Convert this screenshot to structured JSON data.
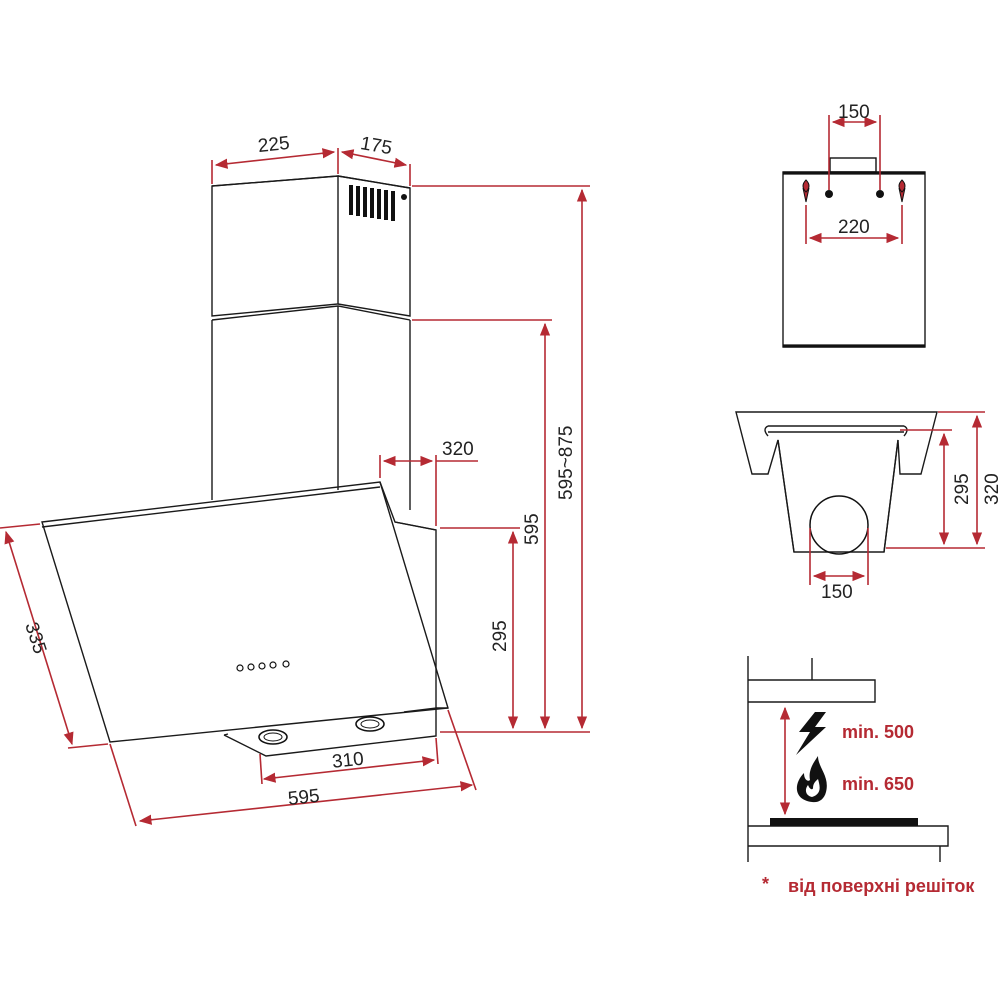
{
  "colors": {
    "dimension_red": "#b52a33",
    "outline": "#1a1a1a",
    "background": "#ffffff"
  },
  "main_view": {
    "dim_chimney_width": "225",
    "dim_chimney_depth": "175",
    "dim_total_height": "595~875",
    "dim_body_height": "595",
    "dim_depth": "320",
    "dim_outlet_height": "295",
    "dim_glass_depth": "335",
    "dim_filter_width": "310",
    "dim_width": "595",
    "control_buttons_count": 5
  },
  "rear_view": {
    "dim_mount_top": "150",
    "dim_mount_bottom": "220"
  },
  "side_view": {
    "dim_outlet_height": "295",
    "dim_depth": "320",
    "dim_outlet_diameter": "150"
  },
  "install_view": {
    "electric_label": "min. 500",
    "gas_label": "min. 650",
    "electric_icon": "lightning-icon",
    "gas_icon": "flame-icon"
  },
  "footnote": {
    "asterisk": "*",
    "text": "від поверхні решіток"
  }
}
